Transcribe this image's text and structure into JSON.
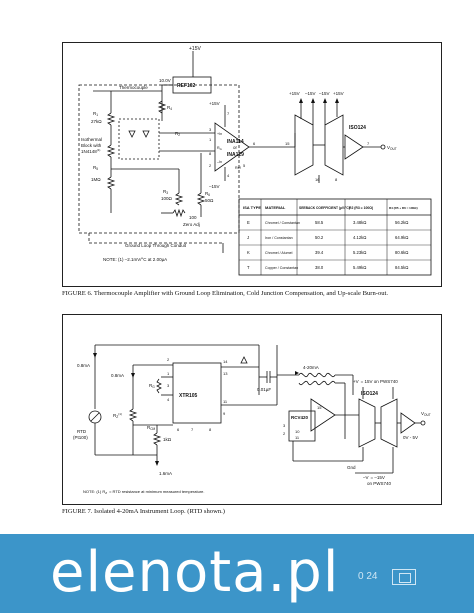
{
  "fig6": {
    "caption": "FIGURE 6. Thermocouple Amplifier with Ground Loop Elimination, Cold Junction Compensation, and Up-scale Burn-out.",
    "labels": {
      "plus15v_top": "+15V",
      "ref102": "REF102",
      "v10": "10.0V",
      "thermocouple": "Thermocouple",
      "r4": "R",
      "r4_sub": "4",
      "r1": "R",
      "r1_sub": "1",
      "r1_val": "27kΩ",
      "r2": "R",
      "r2_sub": "2",
      "isothermal": "Isothermal",
      "block_with": "Block with",
      "diode": "1N4148",
      "note_ref": "(1)",
      "r5": "R",
      "r5_sub": "5",
      "res_1mohm": "1MΩ",
      "r3": "R",
      "r3_sub": "3",
      "r3_val": "100Ω",
      "r6": "R",
      "r6_sub": "6",
      "r6_val": "50Ω",
      "pot_100": "100",
      "zero_adj": "Zero Adj",
      "plus15v_amp": "+15V",
      "minus15v_amp": "–15V",
      "ina114": "INA114",
      "or": "or",
      "ina129": "INA129",
      "pin_vin_plus": "+In",
      "pin_vin_minus": "–In",
      "pin_rg": "R",
      "pin_rg_sub": "G",
      "pin_ref": "Ref",
      "pin_nums": [
        "1",
        "2",
        "3",
        "4",
        "5",
        "6",
        "7",
        "8"
      ],
      "ground_loop": "Ground Loop Through Conduit",
      "note": "NOTE: (1) –2.1mV/°C at 2.00µA",
      "rail_labels": [
        "+15V",
        "–15V",
        "–15V",
        "+15V"
      ],
      "iso124": "ISO124",
      "iso_pins": [
        "15",
        "16",
        "7",
        "8"
      ],
      "vout": "V",
      "vout_sub": "OUT"
    },
    "table": {
      "headers": [
        "ISA TYPE",
        "MATERIAL",
        "SEEBACK COEFFICIENT (µV/°C)",
        "R2 (R3 = 100Ω)",
        "R4 (R5 + R6 = 100Ω)"
      ],
      "rows": [
        [
          "E",
          "Chromel / Constantan",
          "58.5",
          "3.48kΩ",
          "56.2kΩ"
        ],
        [
          "J",
          "Iron / Constantan",
          "50.2",
          "4.12kΩ",
          "64.9kΩ"
        ],
        [
          "K",
          "Chromel / Alumel",
          "39.4",
          "5.23kΩ",
          "80.6kΩ"
        ],
        [
          "T",
          "Copper / Constantan",
          "38.0",
          "5.49kΩ",
          "84.5kΩ"
        ]
      ]
    }
  },
  "fig7": {
    "caption": "FIGURE 7. Isolated 4-20mA Instrument Loop. (RTD shown.)",
    "labels": {
      "i1": "0.8mA",
      "i2": "0.8mA",
      "rg": "R",
      "rg_sub": "G",
      "xtr105": "XTR105",
      "pins_left": [
        "2",
        "1",
        "3",
        "4",
        "5",
        "6",
        "7"
      ],
      "pins_right": [
        "14",
        "13",
        "12",
        "11",
        "10",
        "9",
        "8"
      ],
      "rtd": "RTD",
      "rtd_model": "(Pt100)",
      "rz": "R",
      "rz_sub": "Z",
      "rz_note": "(1)",
      "rcm": "R",
      "rcm_sub": "CM",
      "rcm_val": "1kΩ",
      "cap": "0.01µF",
      "i_loop": "4-20mA",
      "rcv420": "RCV420",
      "rcv_pins": [
        "3",
        "2",
        "10",
        "11",
        "12",
        "5",
        "13",
        "15"
      ],
      "iso124": "ISO124",
      "vs_plus": "+V",
      "vs_plus_note": "= 15V on PWS740",
      "vs_minus": "–V",
      "vs_minus_note": "= –15V",
      "pws740": "on PWS740",
      "vout": "V",
      "vout_sub": "OUT",
      "vout_range": "0V - 5V",
      "gnd": "Gnd",
      "i_return": "1.6mA",
      "note": "NOTE: (1) R",
      "note_rest": "= RTD resistance at minimum measured temperature."
    }
  },
  "footer": {
    "logo": "elenota.pl",
    "page_number": "0  24",
    "brand_color": "#3c95c9"
  }
}
